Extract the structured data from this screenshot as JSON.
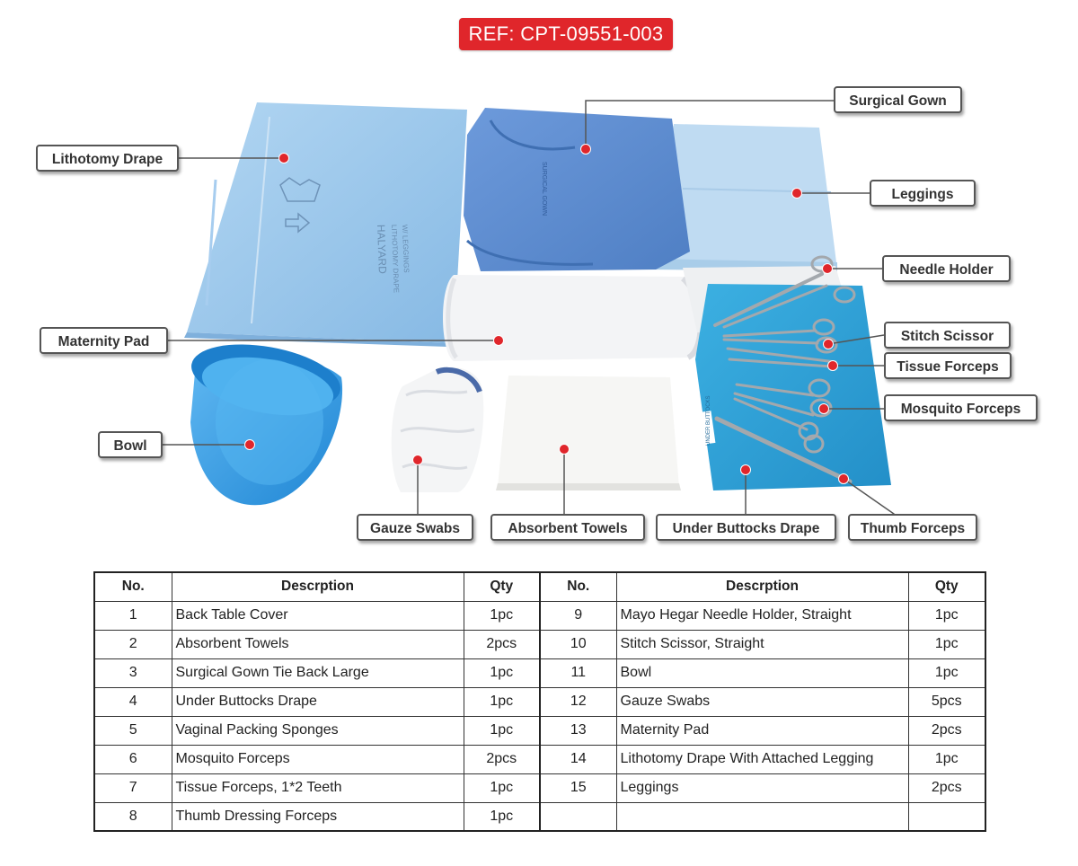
{
  "ref_badge": "REF: CPT-09551-003",
  "callouts": {
    "lithotomy_drape": "Lithotomy Drape",
    "surgical_gown": "Surgical Gown",
    "leggings": "Leggings",
    "needle_holder": "Needle Holder",
    "maternity_pad": "Maternity Pad",
    "stitch_scissor": "Stitch Scissor",
    "tissue_forceps": "Tissue Forceps",
    "mosquito_forceps": "Mosquito Forceps",
    "bowl": "Bowl",
    "gauze_swabs": "Gauze Swabs",
    "absorbent_towels": "Absorbent Towels",
    "under_buttocks_drape": "Under Buttocks Drape",
    "thumb_forceps": "Thumb Forceps"
  },
  "photo_text": {
    "drape_print": "HALYARD",
    "drape_print_2": "LITHOTOMY DRAPE",
    "drape_print_3": "W/ LEGGINGS",
    "gown_print": "SURGICAL GOWN",
    "ubd_print": "UNDER BUTTOCKS"
  },
  "colors": {
    "accent_red": "#e0262b",
    "drape_blue": "#9cc7ea",
    "gown_blue": "#5f8fd0",
    "bowl_blue": "#3aa0e6",
    "ubd_teal": "#2c9fd4"
  },
  "table": {
    "headers": [
      "No.",
      "Descrption",
      "Qty",
      "No.",
      "Descrption",
      "Qty"
    ],
    "rows": [
      [
        "1",
        "Back Table Cover",
        "1pc",
        "9",
        "Mayo Hegar Needle Holder, Straight",
        "1pc"
      ],
      [
        "2",
        "Absorbent Towels",
        "2pcs",
        "10",
        "Stitch Scissor, Straight",
        "1pc"
      ],
      [
        "3",
        "Surgical Gown Tie Back Large",
        "1pc",
        "11",
        "Bowl",
        "1pc"
      ],
      [
        "4",
        "Under Buttocks Drape",
        "1pc",
        "12",
        "Gauze Swabs",
        "5pcs"
      ],
      [
        "5",
        "Vaginal Packing Sponges",
        "1pc",
        "13",
        "Maternity Pad",
        "2pcs"
      ],
      [
        "6",
        "Mosquito Forceps",
        "2pcs",
        "14",
        "Lithotomy Drape With Attached Legging",
        "1pc"
      ],
      [
        "7",
        "Tissue Forceps, 1*2 Teeth",
        "1pc",
        "15",
        "Leggings",
        "2pcs"
      ],
      [
        "8",
        "Thumb Dressing Forceps",
        "1pc",
        "",
        "",
        ""
      ]
    ]
  }
}
